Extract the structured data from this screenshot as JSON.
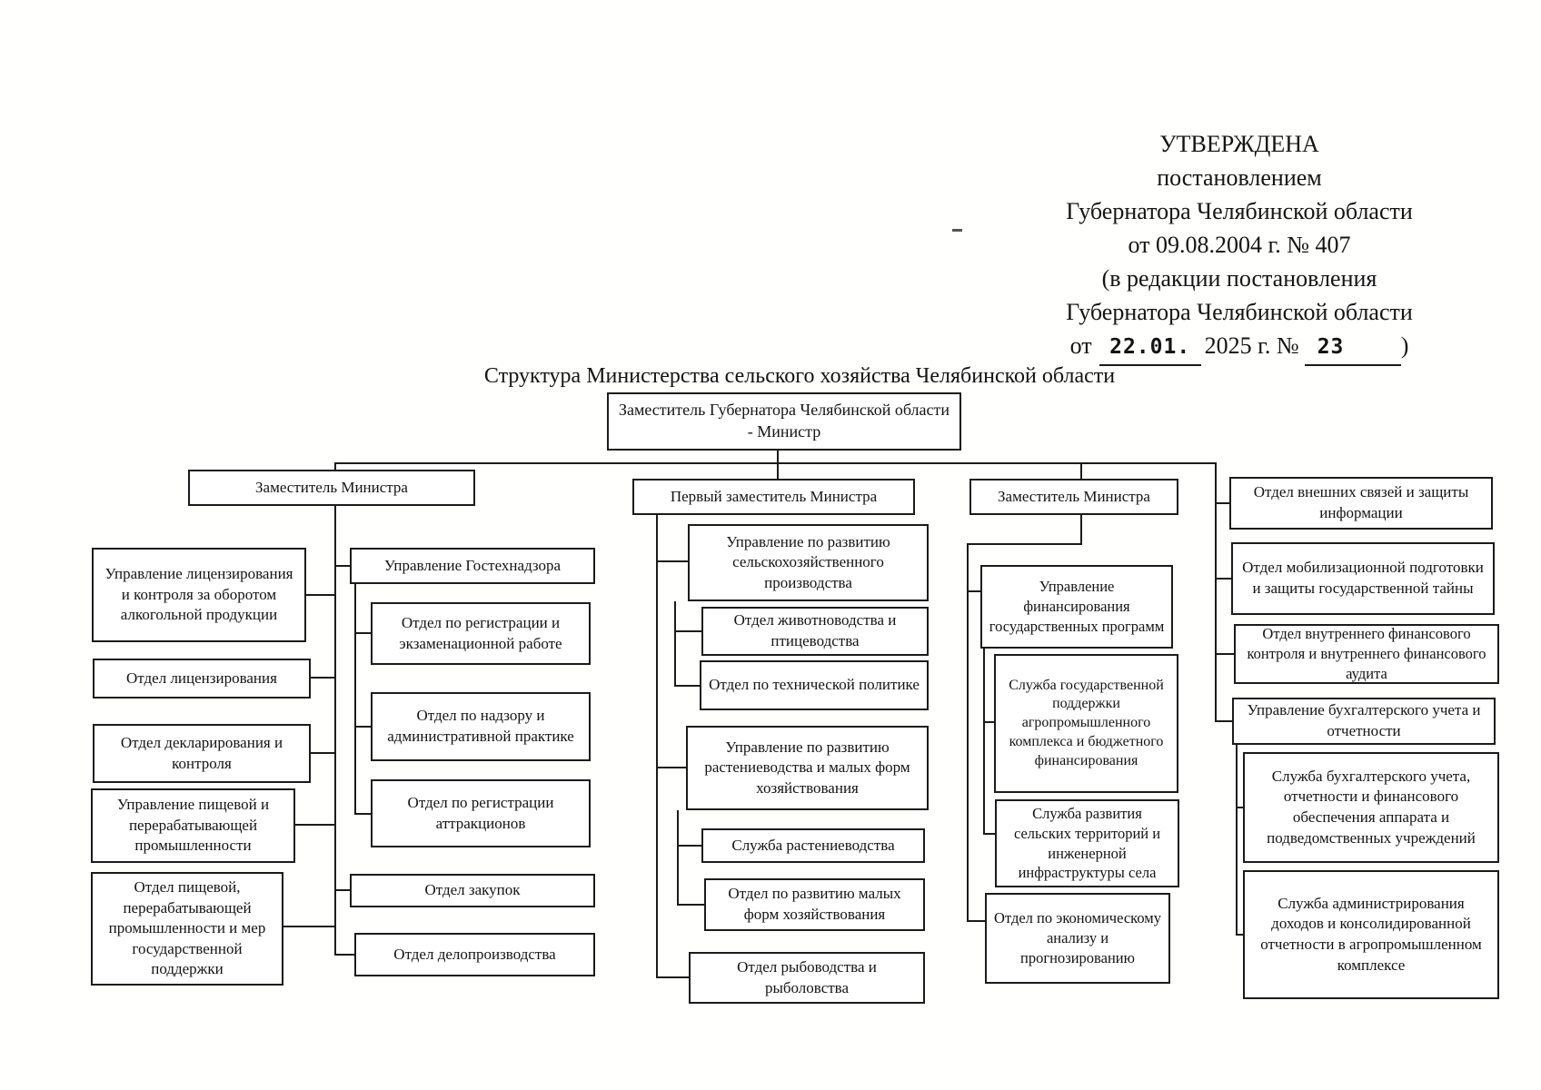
{
  "colors": {
    "ink": "#1b1b1b",
    "paper": "#ffffff"
  },
  "approval": {
    "lines": [
      "УТВЕРЖДЕНА",
      "постановлением",
      "Губернатора Челябинской области",
      "от 09.08.2004 г. № 407",
      "(в редакции постановления",
      "Губернатора Челябинской области"
    ],
    "line7_prefix": "от",
    "line7_date": "22.01.",
    "line7_middle": "2025 г. №",
    "line7_number": "23",
    "line7_suffix": ")"
  },
  "title": "Структура Министерства сельского хозяйства Челябинской области",
  "org": {
    "minister": "Заместитель Губернатора Челябинской области - Министр",
    "branch1": {
      "head": "Заместитель Министра",
      "lic_dept": "Управление лицензирования и контроля за оборотом алкогольной продукции",
      "lic_otdel": "Отдел лицензирования",
      "decl_otdel": "Отдел декларирования и контроля",
      "food_dept": "Управление пищевой и перерабатывающей промышленности",
      "food_otdel": "Отдел пищевой, перерабатывающей промышленности и мер государственной поддержки",
      "gostech_dept": "Управление Гостехнадзора",
      "reg_exam_otdel": "Отдел по регистрации и экзаменационной работе",
      "nadzor_otdel": "Отдел по надзору и административной практике",
      "attraction_otdel": "Отдел по регистрации аттракционов",
      "zakupki_otdel": "Отдел закупок",
      "delo_otdel": "Отдел делопроизводства"
    },
    "branch2": {
      "head": "Первый заместитель Министра",
      "selhoz_dept": "Управление по развитию сельскохозяйственного производства",
      "zhivotn_otdel": "Отдел животноводства и птицеводства",
      "tech_otdel": "Отдел по технической политике",
      "rasten_dept": "Управление по развитию растениеводства и малых форм хозяйствования",
      "rasten_sluzhba": "Служба растениеводства",
      "malye_otdel": "Отдел по развитию малых форм хозяйствования",
      "ryba_otdel": "Отдел рыбоводства и рыболовства"
    },
    "branch3": {
      "head": "Заместитель Министра",
      "fin_dept": "Управление финансирования государственных программ",
      "gospodderzhka_sluzhba": "Служба государственной поддержки агропромышленного комплекса и бюджетного финансирования",
      "selo_sluzhba": "Служба развития сельских территорий и инженерной инфраструктуры села",
      "econ_otdel": "Отдел по экономическому анализу и прогнозированию"
    },
    "branch4": {
      "vneshn_otdel": "Отдел внешних связей и защиты информации",
      "mobil_otdel": "Отдел мобилизационной подготовки и защиты государственной тайны",
      "vnutr_fin_otdel": "Отдел внутреннего финансового контроля и внутреннего финансового аудита",
      "buh_dept": "Управление бухгалтерского учета и отчетности",
      "buh_sluzhba": "Служба бухгалтерского учета, отчетности и финансового обеспечения аппарата и подведомственных учреждений",
      "admin_sluzhba": "Служба администрирования доходов и консолидированной отчетности в агропромышленном комплексе"
    }
  }
}
